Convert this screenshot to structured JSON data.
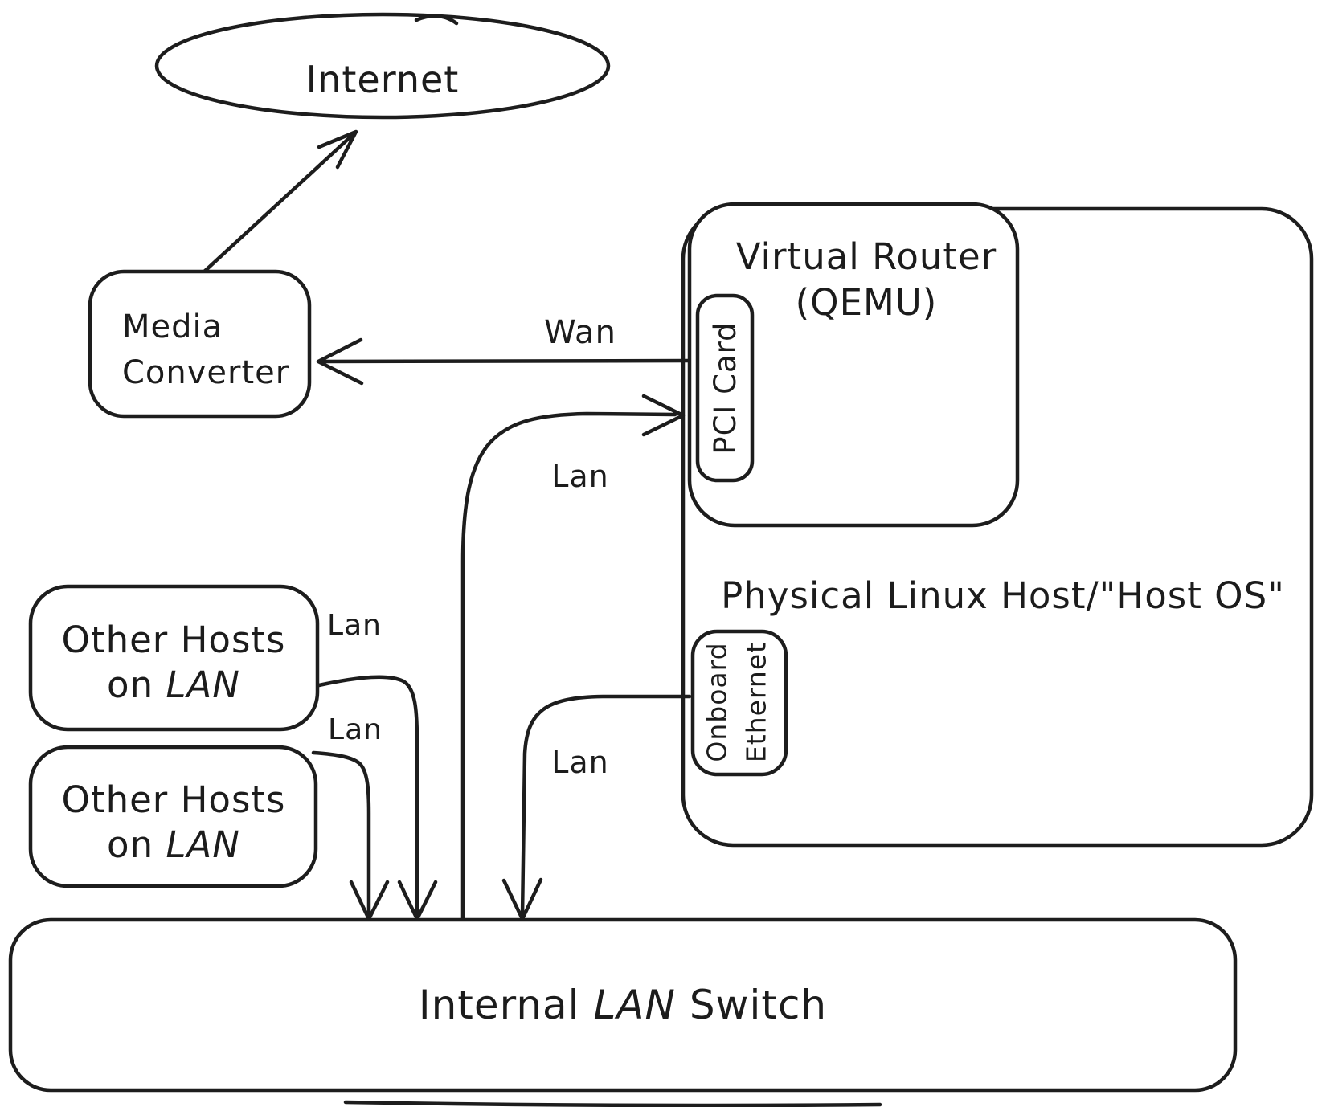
{
  "diagram": {
    "background": "#ffffff",
    "stroke_color": "#1d1d1d",
    "nodes": {
      "internet": {
        "label": "Internet"
      },
      "media_converter": {
        "line1": "Media",
        "line2": "Converter"
      },
      "virtual_router": {
        "line1": "Virtual Router",
        "line2": "(QEMU)"
      },
      "pci_card": {
        "label": "PCI Card"
      },
      "onboard_ethernet": {
        "line1": "Onboard",
        "line2": "Ethernet"
      },
      "physical_host": {
        "label": "Physical Linux Host/\"Host OS\""
      },
      "other_hosts_top": {
        "line1": "Other Hosts",
        "line2_prefix": "on ",
        "line2_em": "LAN"
      },
      "other_hosts_bottom": {
        "line1": "Other Hosts",
        "line2_prefix": "on ",
        "line2_em": "LAN"
      },
      "lan_switch": {
        "label_prefix": "Internal ",
        "label_em": "LAN",
        "label_suffix": " Switch"
      }
    },
    "edges": {
      "media_to_internet": {
        "label": ""
      },
      "wan": {
        "label": "Wan"
      },
      "lan_to_pci": {
        "label": "Lan"
      },
      "lan_onboard": {
        "label": "Lan"
      },
      "lan_host_top": {
        "label": "Lan"
      },
      "lan_host_bottom": {
        "label": "Lan"
      }
    }
  }
}
